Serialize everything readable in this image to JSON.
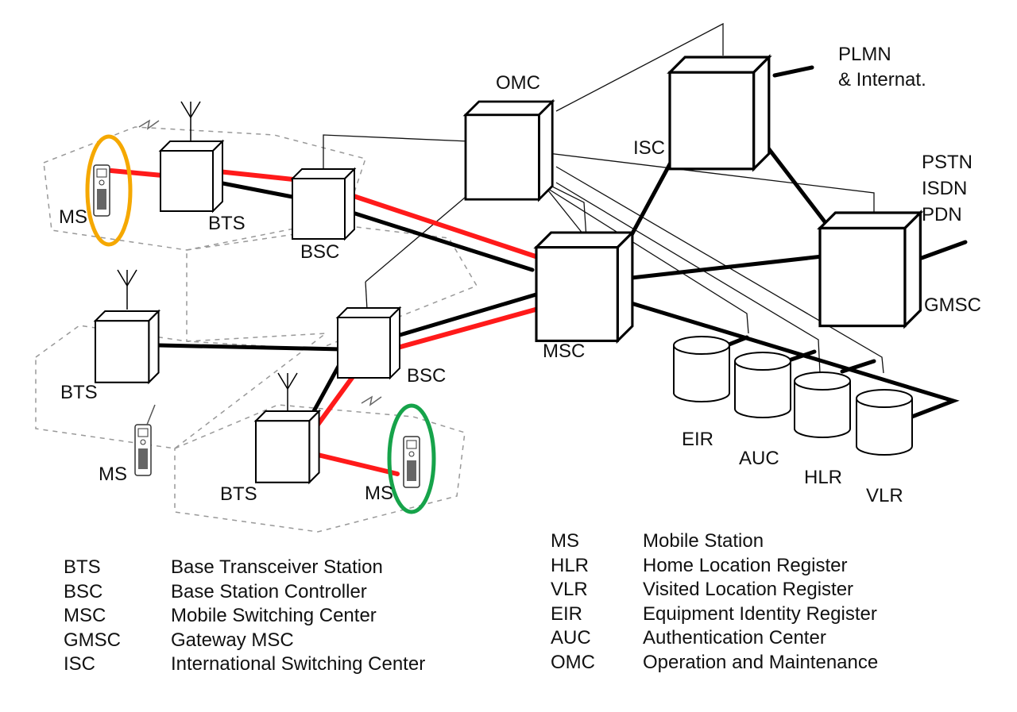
{
  "labels": {
    "omc": "OMC",
    "isc": "ISC",
    "plmn_line1": "PLMN",
    "plmn_line2": "& Internat.",
    "pstn": "PSTN",
    "isdn": "ISDN",
    "pdn": "PDN",
    "gmsc": "GMSC",
    "msc": "MSC",
    "bsc_top": "BSC",
    "bsc_bottom": "BSC",
    "bts_top": "BTS",
    "bts_left": "BTS",
    "bts_bottom": "BTS",
    "ms_top": "MS",
    "ms_left": "MS",
    "ms_bottom": "MS",
    "eir": "EIR",
    "auc": "AUC",
    "hlr": "HLR",
    "vlr": "VLR"
  },
  "legend": {
    "left": [
      {
        "abbr": "BTS",
        "text": "Base Transceiver Station"
      },
      {
        "abbr": "BSC",
        "text": "Base Station Controller"
      },
      {
        "abbr": "MSC",
        "text": "Mobile Switching Center"
      },
      {
        "abbr": "GMSC",
        "text": "Gateway MSC"
      },
      {
        "abbr": "ISC",
        "text": "International Switching Center"
      }
    ],
    "right": [
      {
        "abbr": "MS",
        "text": "Mobile Station"
      },
      {
        "abbr": "HLR",
        "text": "Home Location Register"
      },
      {
        "abbr": "VLR",
        "text": "Visited Location Register"
      },
      {
        "abbr": "EIR",
        "text": "Equipment Identity Register"
      },
      {
        "abbr": "AUC",
        "text": "Authentication Center"
      },
      {
        "abbr": "OMC",
        "text": "Operation and Maintenance"
      }
    ]
  },
  "colors": {
    "highlight_link": "#ff1a1a",
    "link": "#000000",
    "ms_top_circle": "#f5a800",
    "ms_bottom_circle": "#16a34a"
  }
}
